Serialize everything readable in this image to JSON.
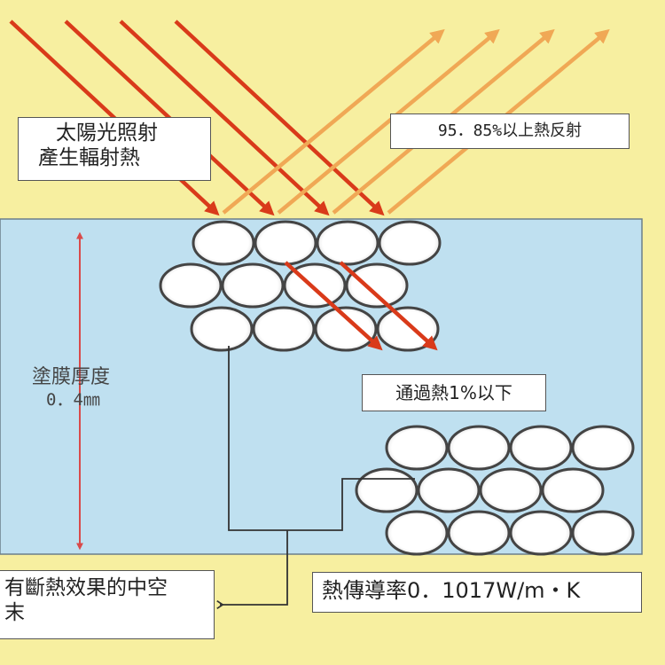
{
  "labels": {
    "solar_line1": "太陽光照射",
    "solar_line2": "產生輻射熱",
    "reflect": "95．85%以上熱反射",
    "transmit": "通過熱1%以下",
    "thickness_line1": "塗膜厚度",
    "thickness_line2": "0．4㎜",
    "hollow_line1": "有斷熱效果的中空",
    "hollow_line2": "末",
    "conductivity": "熱傳導率0．1017W/m・K"
  },
  "colors": {
    "background": "#f7efa0",
    "coating": "#bfe0f0",
    "incoming_arrow": "#d93a1a",
    "reflected_arrow": "#f0a855",
    "thickness_arrow": "#d94a4a",
    "sphere_ring": "#444444"
  },
  "icons": {
    "incoming": "arrow-down-right-icon",
    "reflected": "arrow-up-right-icon",
    "thickness": "double-arrow-vertical-icon"
  }
}
